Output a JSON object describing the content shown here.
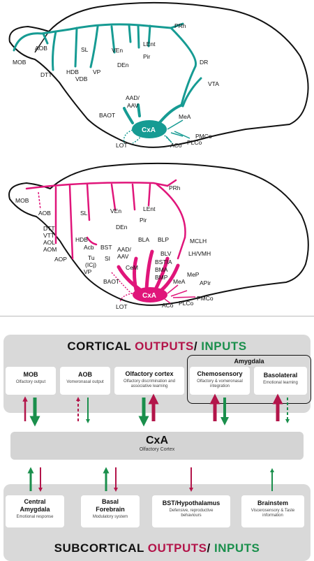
{
  "colors": {
    "teal": "#169b93",
    "magenta": "#e0157a",
    "green": "#1a8f4c",
    "crimson": "#b3154a",
    "band": "#d9d9d9"
  },
  "top_diagram": {
    "labels": {
      "mob": "MOB",
      "aob": "AOB",
      "dtt": "DTT",
      "sl": "SL",
      "hdb": "HDB",
      "vdb": "VDB",
      "vp": "VP",
      "ven": "VEn",
      "lent": "LEnt",
      "pir": "Pir",
      "den": "DEn",
      "prh": "PRh",
      "dr": "DR",
      "vta": "VTA",
      "aad": "AAD/",
      "aav": "AAV",
      "baot": "BAOT",
      "mea": "MeA",
      "pmco": "PMCo",
      "plco": "PLCo",
      "aco": "ACo",
      "lot": "LOT",
      "cxa": "CxA"
    }
  },
  "bottom_diagram": {
    "labels": {
      "mob": "MOB",
      "aob": "AOB",
      "dtt": "DTT",
      "vtt": "VTT",
      "aol": "AOL",
      "aom": "AOM",
      "aop": "AOP",
      "hdb": "HDB",
      "sl": "SL",
      "acb": "Acb",
      "tu": "Tu",
      "icj": "(ICj)",
      "vp": "VP",
      "bst": "BST",
      "si": "SI",
      "ven": "VEn",
      "lent": "LEnt",
      "pir": "Pir",
      "den": "DEn",
      "prh": "PRh",
      "aad": "AAD/",
      "aav": "AAV",
      "bla": "BLA",
      "blp": "BLP",
      "blv": "BLV",
      "cem": "CeM",
      "bstia": "BSTIA",
      "bma": "BMA",
      "bmp": "BMP",
      "mclh": "MCLH",
      "lhvmh": "LH/VMH",
      "baot": "BAOT",
      "mep": "MeP",
      "apir": "APir",
      "mea": "MeA",
      "pmco": "PMCo",
      "plco": "PLCo",
      "aco": "ACo",
      "lot": "LOT",
      "cxa": "CxA"
    }
  },
  "schema": {
    "cortical_title": {
      "word1": "CORTICAL ",
      "word2": "OUTPUTS",
      "word3": "/ ",
      "word4": "INPUTS"
    },
    "subcortical_title": {
      "word1": "SUBCORTICAL ",
      "word2": "OUTPUTS",
      "word3": "/ ",
      "word4": "INPUTS"
    },
    "amygdala_title": "Amygdala",
    "cortical_cards": [
      {
        "title": "MOB",
        "sub": "Olfactory output"
      },
      {
        "title": "AOB",
        "sub": "Vomeronasal output"
      },
      {
        "title": "Olfactory cortex",
        "sub": "Olfactory discrimination and associative learning"
      },
      {
        "title": "Chemosensory",
        "sub": "Olfactory & vomeronasal integration"
      },
      {
        "title": "Basolateral",
        "sub": "Emotional learning"
      }
    ],
    "center": {
      "title": "CxA",
      "sub": "Olfactory Cortex"
    },
    "subcortical_cards": [
      {
        "title": "Central Amygdala",
        "sub": "Emotional response"
      },
      {
        "title": "Basal Forebrain",
        "sub": "Modulatory system"
      },
      {
        "title": "BST/Hypothalamus",
        "sub": "Defensive, reproductive behaviours"
      },
      {
        "title": "Brainstem",
        "sub": "Viscerosensory & Taste information"
      }
    ]
  }
}
